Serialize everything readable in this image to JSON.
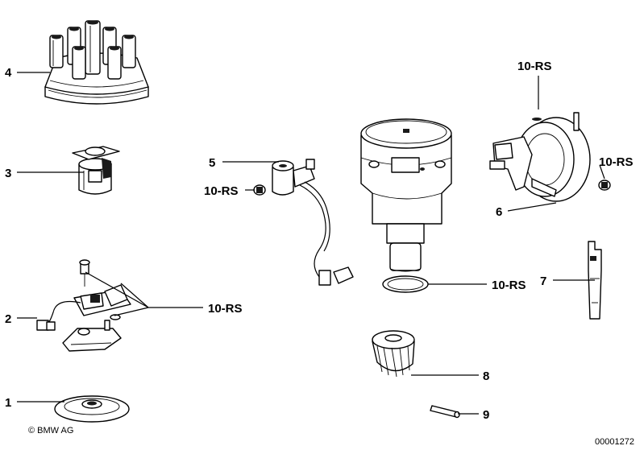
{
  "callouts": {
    "c1": "1",
    "c2": "2",
    "c3": "3",
    "c4": "4",
    "c5": "5",
    "c6": "6",
    "c7": "7",
    "c8": "8",
    "c9": "9",
    "rs_a": "10-RS",
    "rs_b": "10-RS",
    "rs_c": "10-RS",
    "rs_d": "10-RS",
    "rs_e": "10-RS"
  },
  "footer": {
    "copyright": "© BMW AG",
    "diagram_id": "00001272"
  }
}
